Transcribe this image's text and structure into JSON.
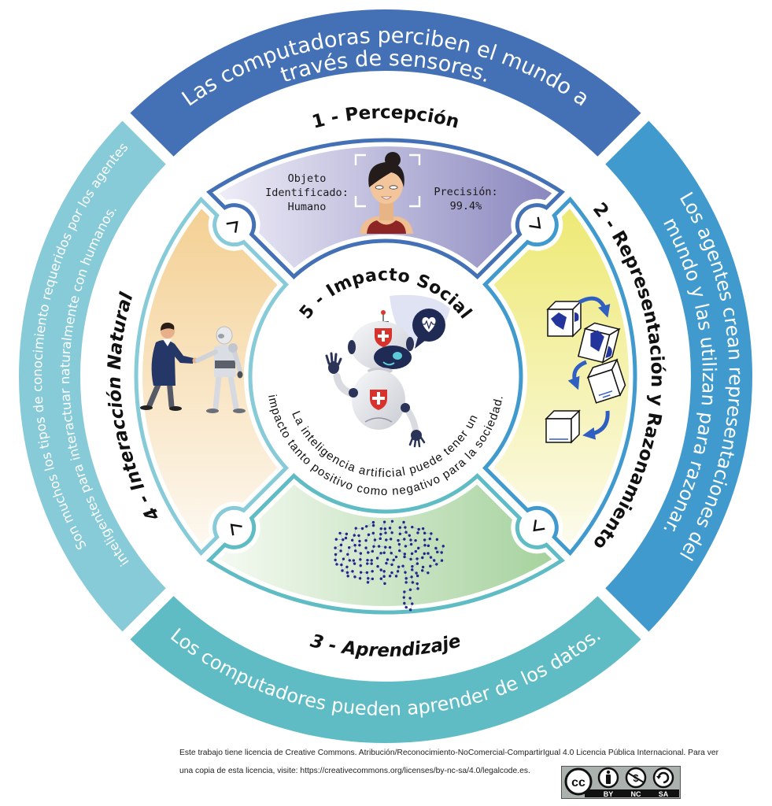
{
  "ring": {
    "perception": {
      "line1": "Las computadoras perciben el mundo a",
      "line2": "través de sensores.",
      "color": "#4471b5"
    },
    "representation": {
      "line1": "Los agentes crean representaciones del",
      "line2": "mundo y las utilizan para razonar.",
      "color": "#419acd"
    },
    "learning": {
      "line1": "Los computadores pueden aprender de los datos.",
      "color": "#5fbcc4"
    },
    "interaction": {
      "line1": "Son muchos los tipos de conocimiento requeridos por los agentes",
      "line2": "inteligentes para interactuar naturalmente con humanos.",
      "color": "#87cad8"
    }
  },
  "sections": {
    "perception": "1 - Percepción",
    "representation": "2 - Representación y Razonamiento",
    "learning": "3 - Aprendizaje",
    "interaction": "4 - Interacción Natural",
    "social_impact": "5 - Impacto Social"
  },
  "perception_panel": {
    "object_label_line1": "Objeto",
    "object_label_line2": "Identificado:",
    "object_value": "Humano",
    "precision_label": "Precisión:",
    "precision_value": "99.4%"
  },
  "center": {
    "line1": "La inteligencia artificial puede tener un",
    "line2": "impacto tanto positivo como negativo para la sociedad."
  },
  "illustrations": {
    "perception": "face-recognition-woman",
    "representation": "rotating-cubes",
    "learning": "neural-network-brain",
    "interaction": "human-robot-handshake",
    "social_impact": "medical-robot-with-heart-bubble"
  },
  "flow_direction": "clockwise",
  "footer": {
    "license_line1": "Este trabajo tiene licencia de Creative Commons. Atribución/Reconocimiento-NoComercial-CompartirIgual 4.0 Licencia Pública Internacional. Para ver",
    "license_line2": "una copia de esta licencia, visite: https://creativecommons.org/licenses/by-nc-sa/4.0/legalcode.es.",
    "badge": {
      "cc": "cc",
      "by": "BY",
      "nc": "NC",
      "sa": "SA"
    }
  }
}
